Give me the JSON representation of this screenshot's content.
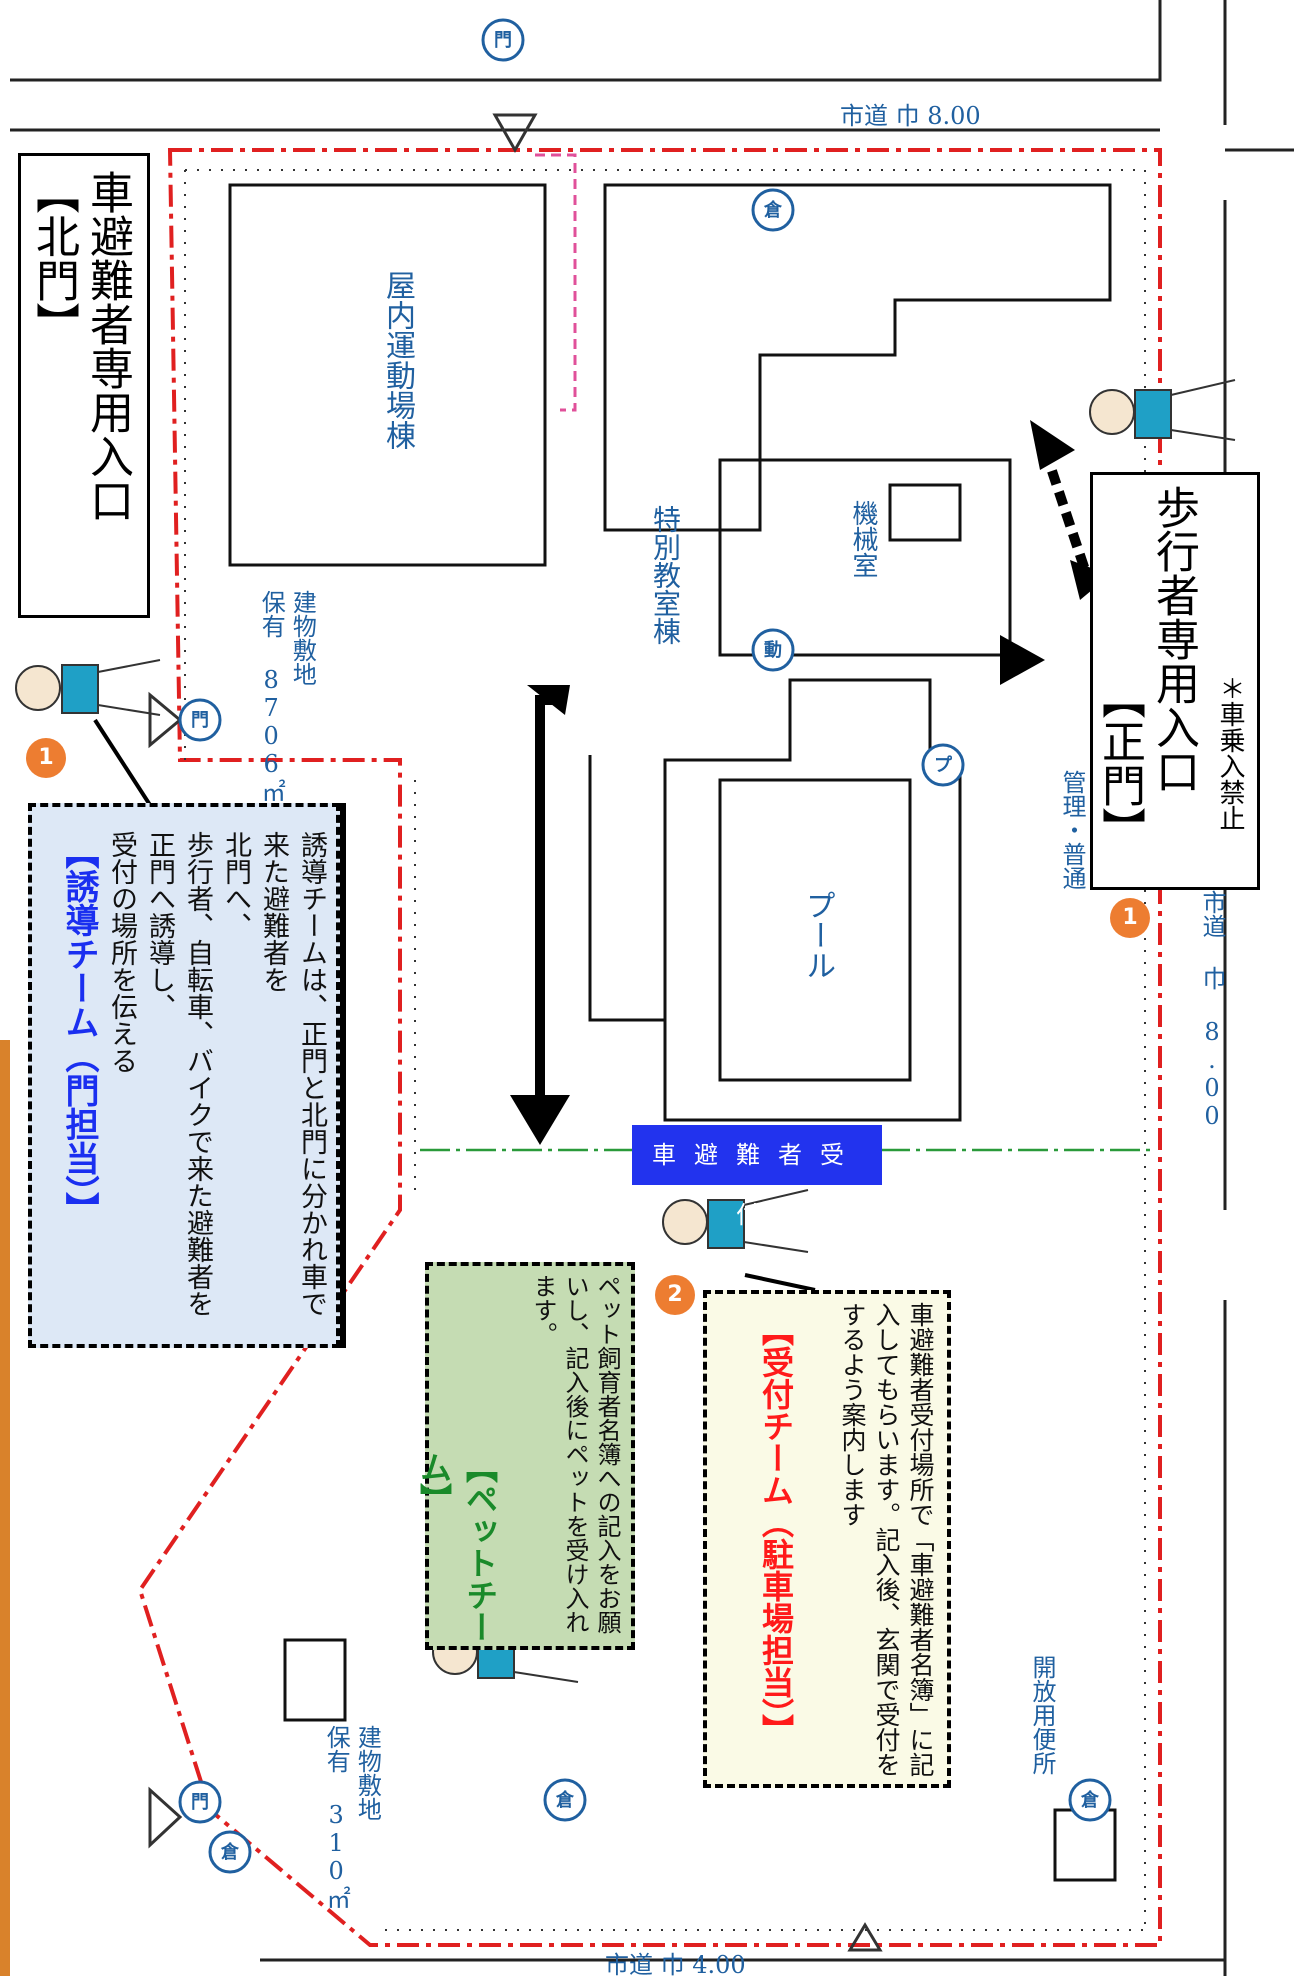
{
  "gates": {
    "north": {
      "label": "【北門】",
      "sub": "車避難者専用入口"
    },
    "main": {
      "label": "【正門】",
      "sub": "歩行者専用入口",
      "note": "＊車乗入禁止"
    }
  },
  "badges": {
    "one": "1",
    "two": "2"
  },
  "teams": {
    "guide": {
      "title": "【誘導チーム（門担当）】",
      "body": "誘導チームは、正門と北門に分かれ車で来た避難者を\n北門へ、\n歩行者、自転車、バイクで来た避難者を正門へ誘導し、\n受付の場所を伝える"
    },
    "pet": {
      "title": "【ペットチーム】",
      "body": "ペット飼育者名簿への記入をお願いし、記入後にペットを受け入れます。"
    },
    "reception": {
      "title": "【受付チーム（駐車場担当）】",
      "body": "車避難者受付場所で「車避難者名簿」に記入してもらいます。記入後、玄関で受付をするよう案内します"
    }
  },
  "reception_tag": "車避難者受付",
  "map_labels": {
    "gym": "屋内運動場棟",
    "special": "特別教室棟",
    "machine": "機械室",
    "pool": "プール",
    "site1": "建物敷地\n保有 8706㎡",
    "site2": "建物敷地\n保有 310㎡",
    "toilet": "開放用便所",
    "road_top": "市道 巾 8.00",
    "road_right": "市道 巾 8.00",
    "road_bottom": "市道 巾 4.00",
    "kanri": "管理・普通",
    "mon": "門",
    "kura": "倉",
    "dou": "動",
    "pu": "プ"
  },
  "colors": {
    "accent_orange": "#ed7d31",
    "boundary_red": "#e02020",
    "team_blue": "#1a2ff0",
    "team_red": "#ff1a1a"
  }
}
